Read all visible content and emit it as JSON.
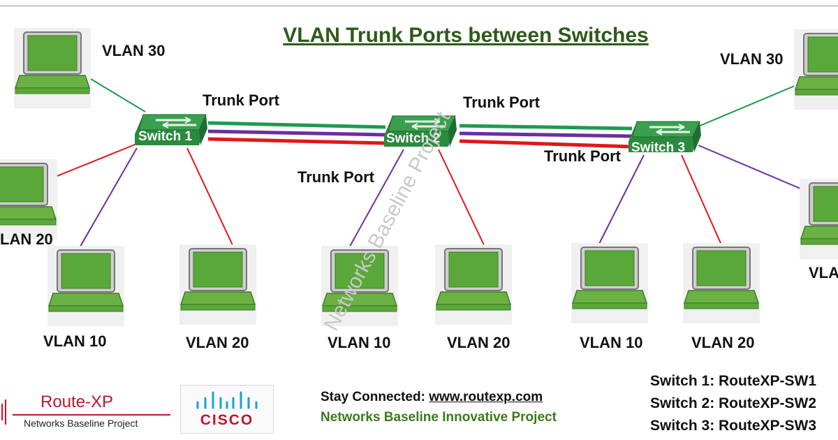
{
  "title": "VLAN Trunk Ports between Switches",
  "switches": [
    {
      "label": "Switch 1"
    },
    {
      "label": "Switch 2"
    },
    {
      "label": "Switch 3"
    }
  ],
  "trunk_labels": [
    "Trunk Port",
    "Trunk Port",
    "Trunk Port",
    "Trunk Port"
  ],
  "vlan_labels": {
    "sw1_top": "VLAN 30",
    "sw1_left": "LAN 20",
    "sw1_bottom_left": "VLAN 10",
    "sw1_bottom_right": "VLAN 20",
    "sw2_bottom_left": "VLAN 10",
    "sw2_bottom_right": "VLAN 20",
    "sw3_top": "VLAN 30",
    "sw3_right": "VLA",
    "sw3_bottom_left": "VLAN 10",
    "sw3_bottom_right": "VLAN 20"
  },
  "watermark": "Networks Baseline Project",
  "logos": {
    "routexp_name": "Route-XP",
    "routexp_sub": "Networks Baseline Project",
    "cisco": "CISCO"
  },
  "footer": {
    "stay_prefix": "Stay Connected: ",
    "stay_url": "www.routexp.com",
    "innovative": "Networks Baseline Innovative Project"
  },
  "legend": [
    "Switch 1: RouteXP-SW1",
    "Switch 2: RouteXP-SW2",
    "Switch 3: RouteXP-SW3"
  ],
  "colors": {
    "vlan10": "#6a2fa0",
    "vlan20": "#e3161b",
    "vlan30": "#1f9a52",
    "switch_green": "#2b8a3e",
    "laptop_screen": "#5aa83a",
    "title_green": "#2e5a1c"
  }
}
